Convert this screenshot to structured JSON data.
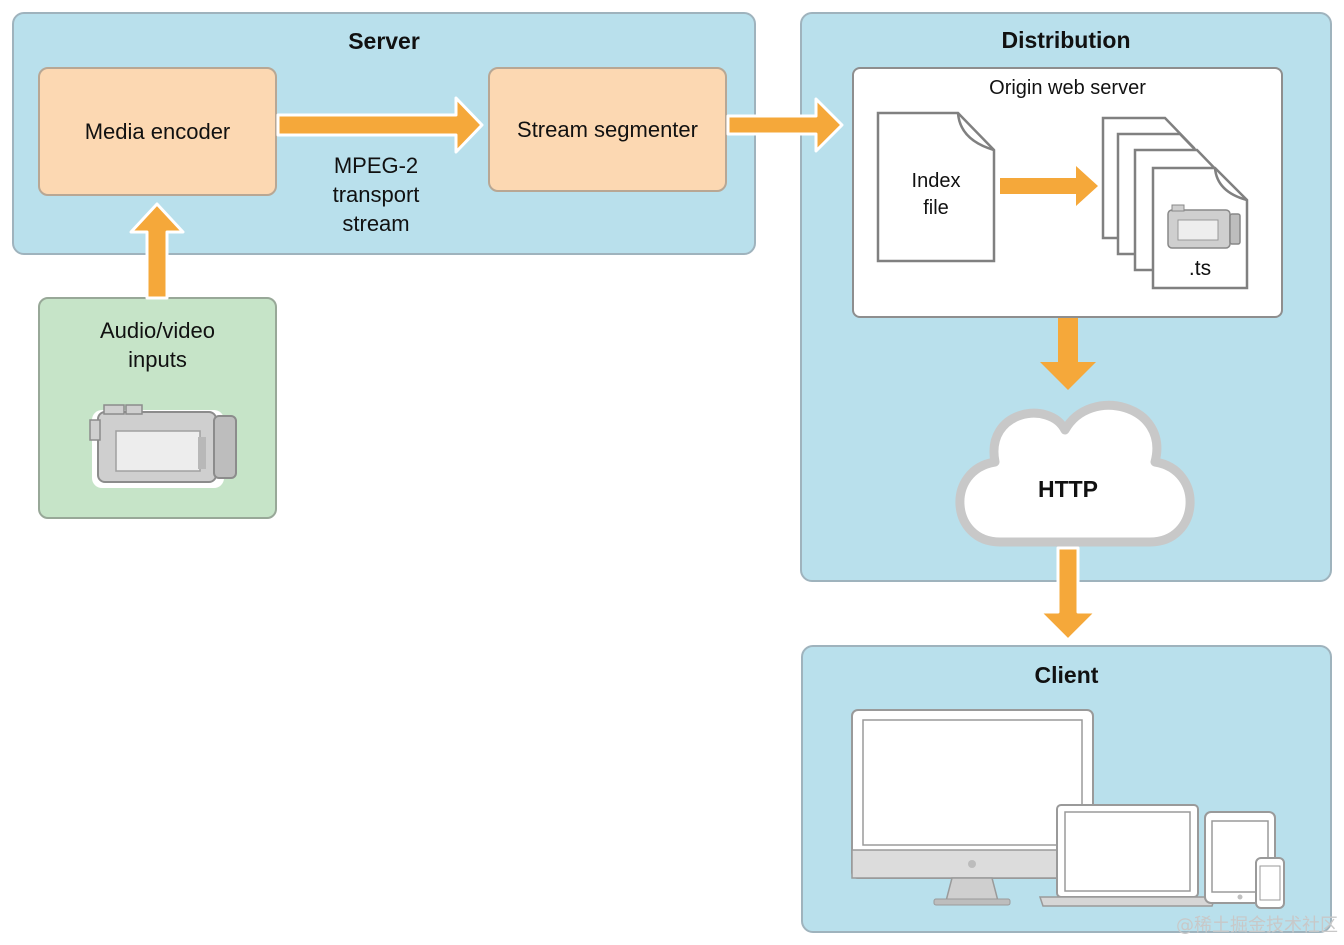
{
  "server": {
    "title": "Server",
    "media_encoder": "Media encoder",
    "stream_segmenter": "Stream segmenter",
    "transport_label": "MPEG-2\ntransport\nstream"
  },
  "inputs": {
    "label": "Audio/video\ninputs",
    "icon": "video-camera-icon"
  },
  "distribution": {
    "title": "Distribution",
    "origin_label": "Origin web server",
    "index_label": "Index\nfile",
    "ts_label": ".ts",
    "cloud_label": "HTTP"
  },
  "client": {
    "title": "Client",
    "devices": [
      "desktop-monitor-icon",
      "laptop-icon",
      "tablet-icon",
      "phone-icon"
    ]
  },
  "watermark": "@稀土掘金技术社区",
  "colors": {
    "panel_bg": "#b9e0ec",
    "encoder_bg": "#fcd8b2",
    "inputs_bg": "#c6e4c8",
    "arrow": "#f5a83a"
  }
}
